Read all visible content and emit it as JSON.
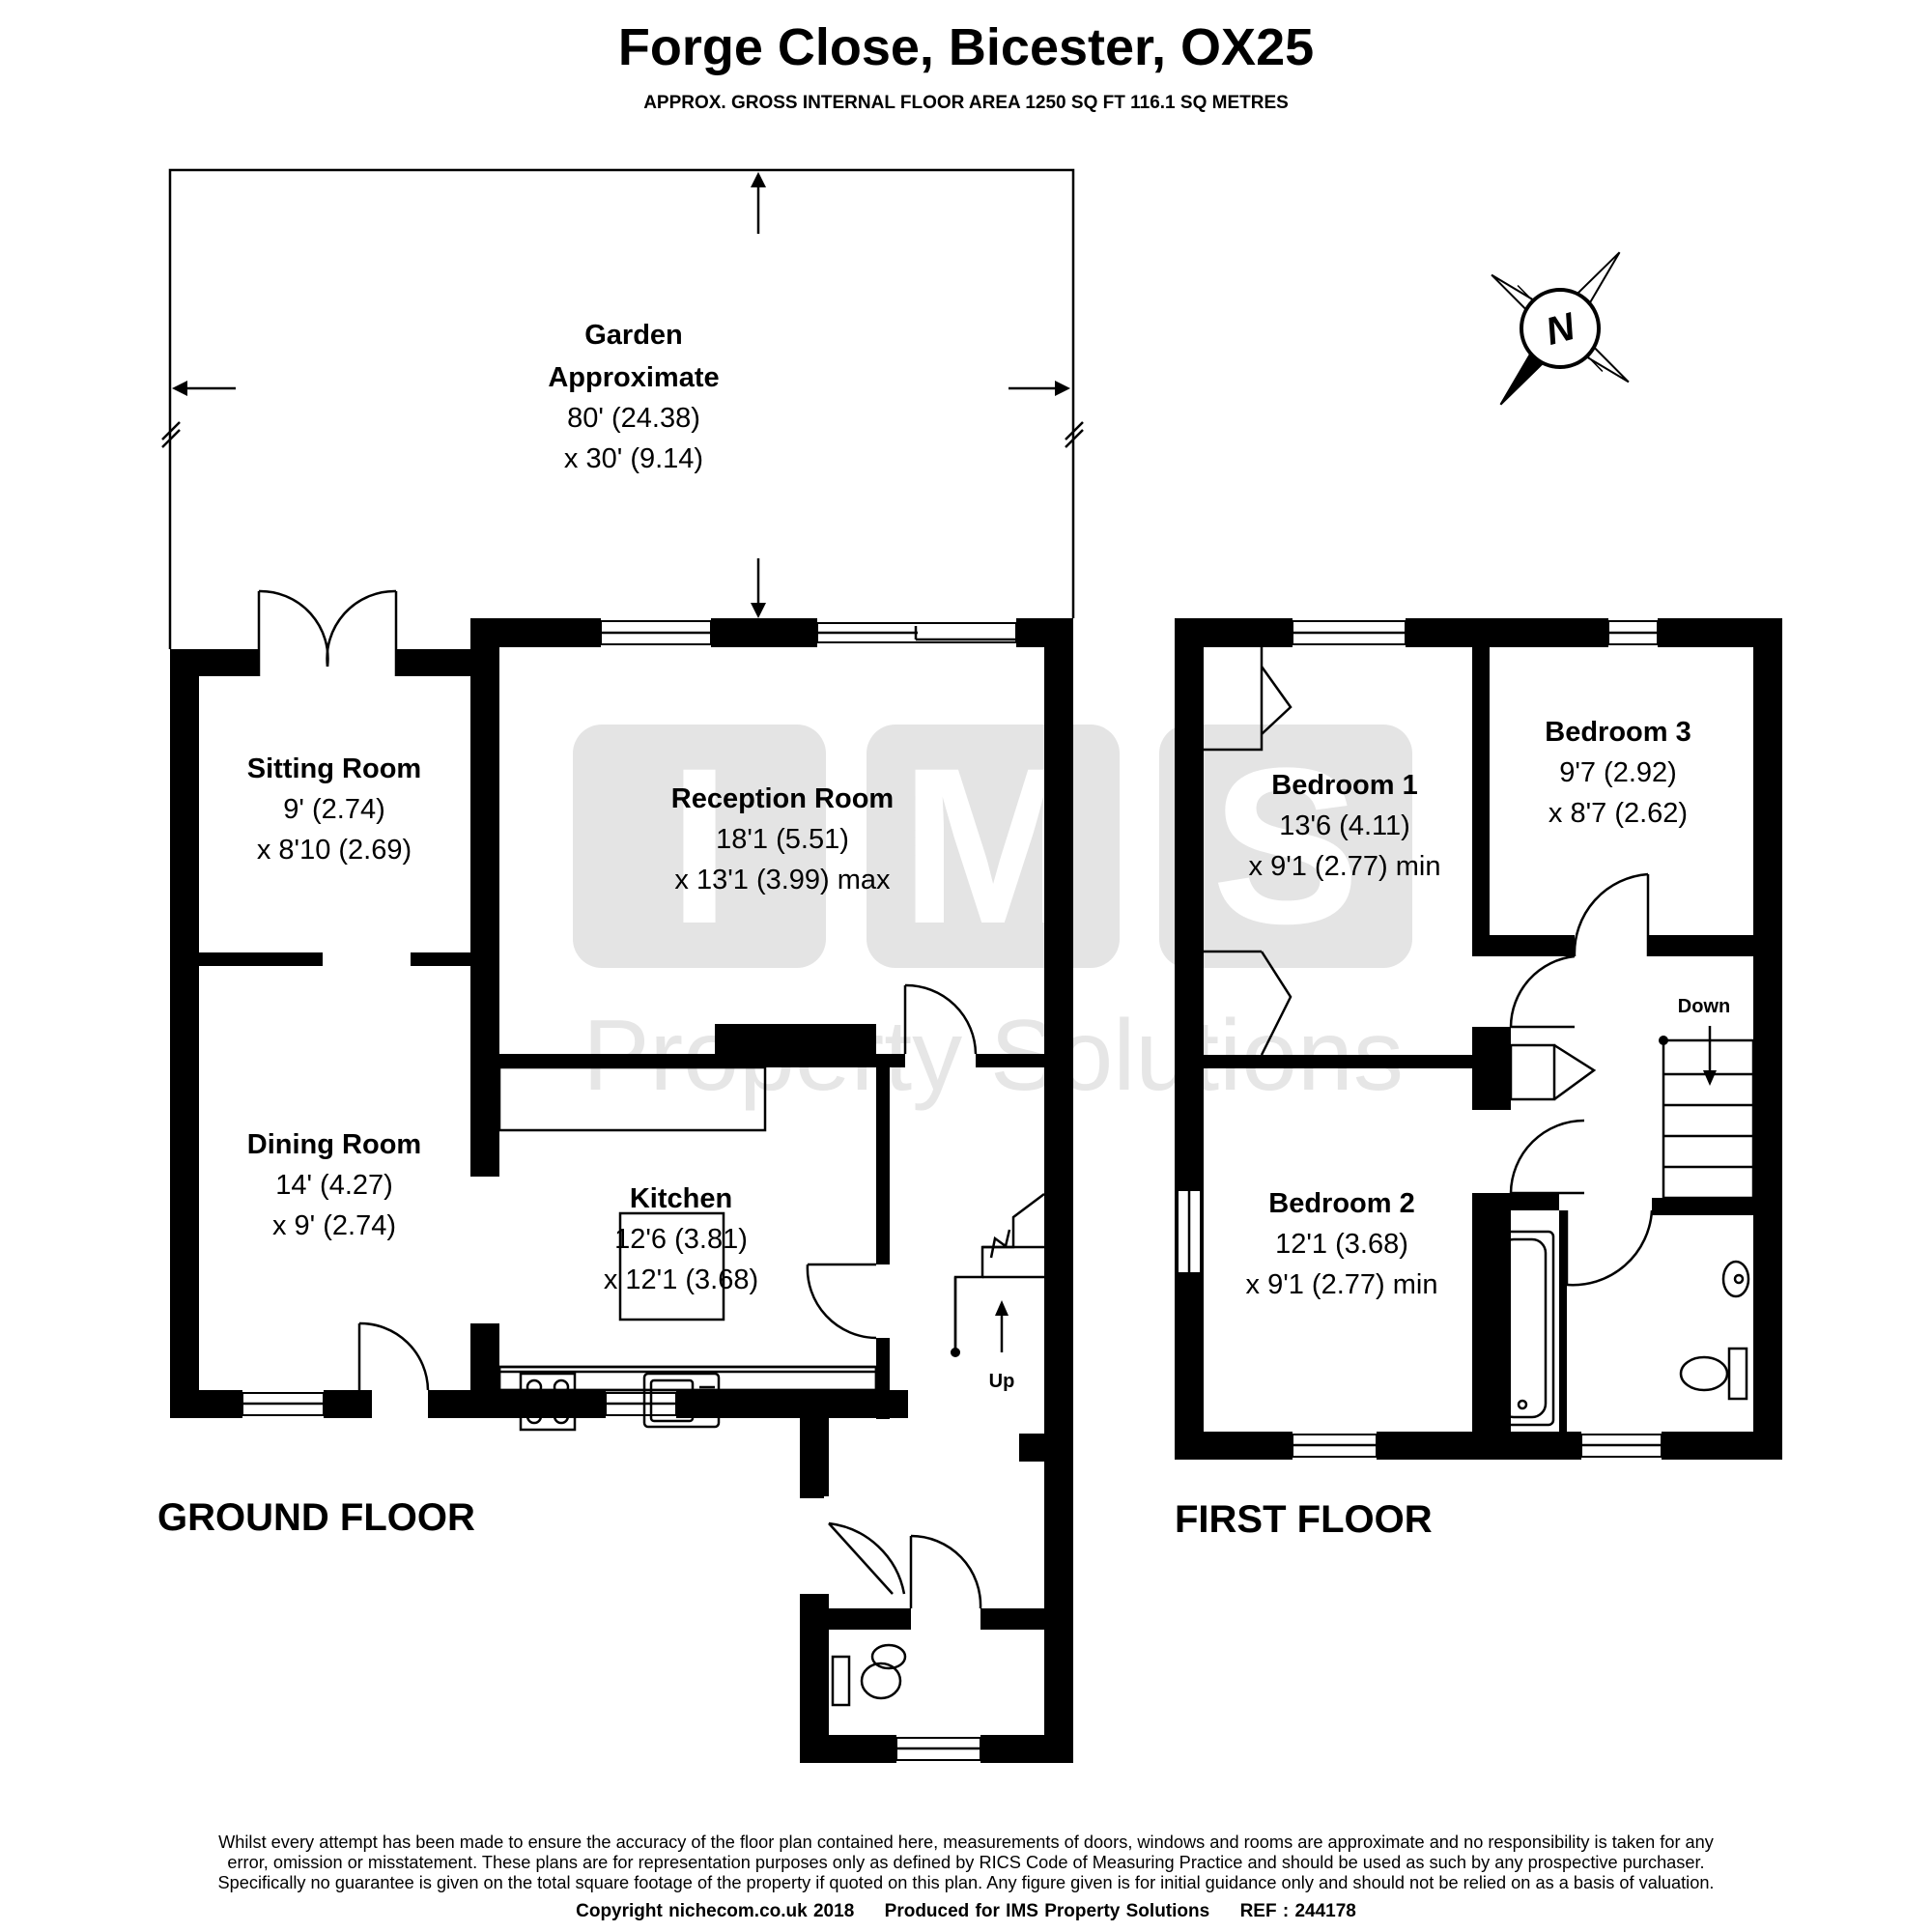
{
  "header": {
    "title": "Forge Close, Bicester, OX25",
    "area": "APPROX. GROSS INTERNAL FLOOR AREA 1250 SQ FT 116.1 SQ METRES"
  },
  "watermark": {
    "letters": [
      "I",
      "M",
      "S"
    ],
    "tagline": "Property Solutions",
    "color": "#e2e2e2"
  },
  "compass": {
    "letter": "N"
  },
  "ground_floor": {
    "label": "GROUND FLOOR",
    "garden": {
      "name1": "Garden",
      "name2": "Approximate",
      "dim1": "80' (24.38)",
      "dim2": "x 30' (9.14)"
    },
    "sitting_room": {
      "name": "Sitting Room",
      "dim1": "9' (2.74)",
      "dim2": "x 8'10 (2.69)"
    },
    "reception_room": {
      "name": "Reception Room",
      "dim1": "18'1 (5.51)",
      "dim2": "x 13'1 (3.99) max"
    },
    "dining_room": {
      "name": "Dining Room",
      "dim1": "14' (4.27)",
      "dim2": "x 9' (2.74)"
    },
    "kitchen": {
      "name": "Kitchen",
      "dim1": "12'6 (3.81)",
      "dim2": "x 12'1 (3.68)"
    },
    "stairs_label": "Up"
  },
  "first_floor": {
    "label": "FIRST FLOOR",
    "bedroom1": {
      "name": "Bedroom 1",
      "dim1": "13'6 (4.11)",
      "dim2": "x 9'1 (2.77) min"
    },
    "bedroom2": {
      "name": "Bedroom 2",
      "dim1": "12'1 (3.68)",
      "dim2": "x 9'1 (2.77) min"
    },
    "bedroom3": {
      "name": "Bedroom 3",
      "dim1": "9'7 (2.92)",
      "dim2": "x 8'7 (2.62)"
    },
    "stairs_label": "Down"
  },
  "footer": {
    "disclaimer1": "Whilst every attempt has been made to ensure the accuracy of the floor plan contained here, measurements of doors, windows and rooms are approximate and no responsibility is taken for any",
    "disclaimer2": "error, omission or misstatement. These plans are for representation purposes only as defined by RICS Code of Measuring Practice and should be used as such by any prospective purchaser.",
    "disclaimer3": "Specifically no guarantee is given on the total square footage of the property if quoted on this plan. Any figure given is for initial guidance only and should not be relied on as a basis of valuation.",
    "copyright": "Copyright nichecom.co.uk 2018     Produced for IMS Property Solutions     REF : 244178"
  }
}
